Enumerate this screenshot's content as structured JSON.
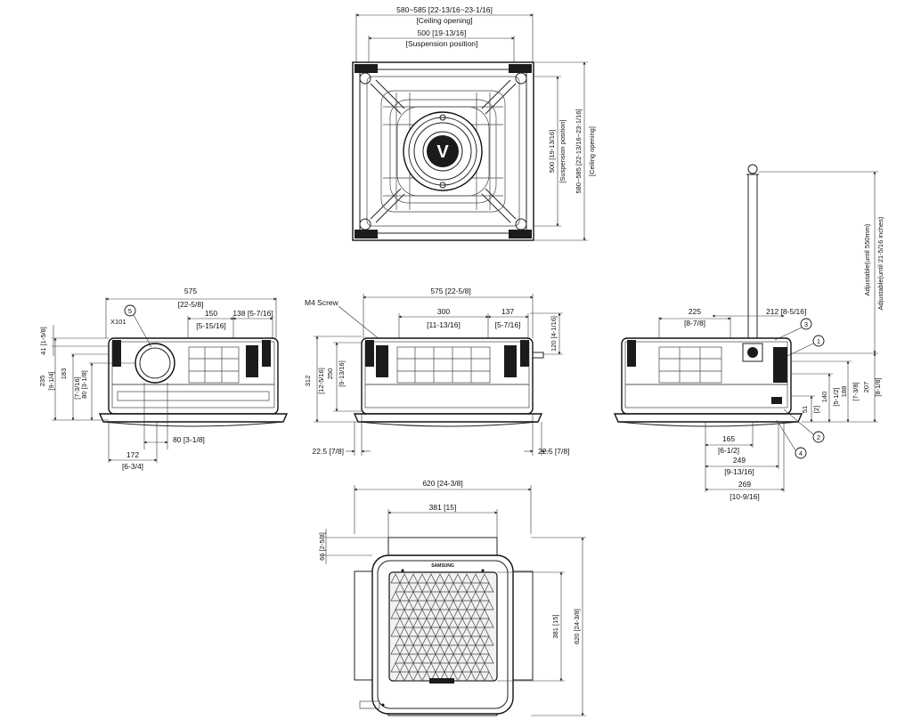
{
  "top_view": {
    "ceiling_opening_width": "580~585 [22-13/16~23-1/16]",
    "ceiling_opening_label": "[Ceiling opening]",
    "suspension_width": "500 [19-13/16]",
    "suspension_label": "[Suspension position]",
    "side_suspension": "500 [19-13/16]",
    "side_suspension_label": "[Suspension position]",
    "side_ceiling": "580~585 [22-13/16~23-1/16]",
    "side_ceiling_label": "[Ceiling opening]",
    "logo_letter": "V"
  },
  "left_view": {
    "width_575": "575",
    "width_575_in": "[22-5/8]",
    "d150": "150",
    "d150_in": "[5-15/16]",
    "d138": "138 [5-7/16]",
    "d41": "41 [1-5/8]",
    "d235": "235",
    "d235_in": "[9-1/4]",
    "d183": "183",
    "d183_in": "[7-3/16]",
    "d80v": "80 [3-1/8]",
    "d80h": "80 [3-1/8]",
    "d172": "172",
    "d172_in": "[6-3/4]",
    "hole": "Χ101",
    "callout5": "5"
  },
  "center_view": {
    "screw": "M4 Screw",
    "width_575": "575 [22-5/8]",
    "d300": "300",
    "d300_in": "[11-13/16]",
    "d137": "137",
    "d137_in": "[5-7/16]",
    "d120": "120 [4-1/16]",
    "d312": "312",
    "d312_in": "[12-5/16]",
    "d250": "250",
    "d250_in": "[9-13/16]",
    "d225_left": "22.5 [7/8]",
    "d225_right": "22.5 [7/8]"
  },
  "right_view": {
    "adjustable_mm": "Adjustable(until 550mm)",
    "adjustable_in": "Adjustable(until 21-5/16 inches)",
    "d225": "225",
    "d225_in": "[8-7/8]",
    "d212": "212 [8-5/16]",
    "d165": "165",
    "d165_in": "[6-1/2]",
    "d249": "249",
    "d249_in": "[9-13/16]",
    "d269": "269",
    "d269_in": "[10-9/16]",
    "d51": "51",
    "d51_in": "[2]",
    "d140": "140",
    "d140_in": "[5-1/2]",
    "d188": "188",
    "d188_in": "[7-3/8]",
    "d207": "207",
    "d207_in": "[8-1/8]",
    "c1": "1",
    "c2": "2",
    "c3": "3",
    "c4": "4"
  },
  "bottom_view": {
    "d620": "620 [24-3/8]",
    "d381": "381 [15]",
    "d66": "66 [2-5/8]",
    "d381v": "381 [15]",
    "d620v": "620 [24-3/8]",
    "brand": "SAMSUNG"
  }
}
